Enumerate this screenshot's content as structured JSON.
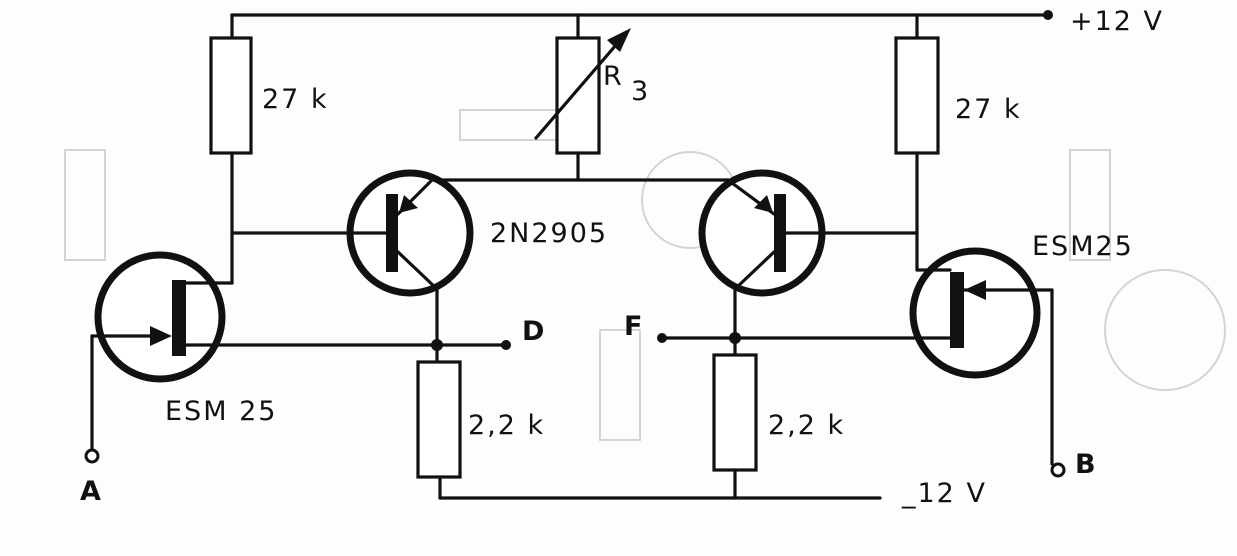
{
  "rails": {
    "positive": "+12 V",
    "negative": "_12 V"
  },
  "resistors": {
    "r_left_top": "27 k",
    "r_variable": "R",
    "r_variable_sub": "3",
    "r_right_top": "27 k",
    "r_left_bottom": "2,2 k",
    "r_right_bottom": "2,2 k"
  },
  "transistors": {
    "bjt_pair": "2N2905",
    "fet_left": "ESM 25",
    "fet_right": "ESM25"
  },
  "terminals": {
    "a": "A",
    "b": "B",
    "d": "D",
    "f": "F"
  }
}
